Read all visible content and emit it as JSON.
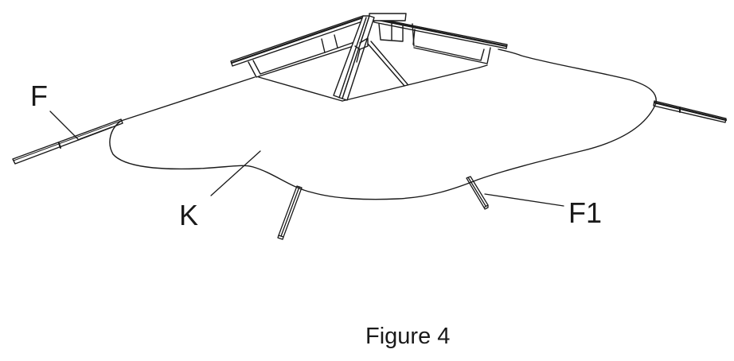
{
  "figure": {
    "caption": "Figure 4",
    "labels": {
      "frame_bar": "F",
      "cover": "K",
      "leg": "F1"
    },
    "colors": {
      "line": "#1a1a1a",
      "background": "#ffffff"
    }
  }
}
